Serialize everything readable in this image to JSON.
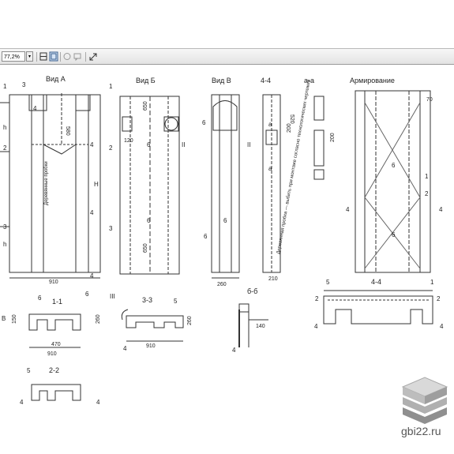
{
  "toolbar": {
    "zoom_value": "77,2%",
    "zoom_dropdown": "▾",
    "icons": [
      "fit-page-icon",
      "single-page-icon",
      "prev-icon",
      "comment-icon",
      "expand-icon"
    ]
  },
  "drawing": {
    "view_titles": {
      "vid_a": "Вид А",
      "vid_b": "Вид Б",
      "vid_v": "Вид В",
      "sec_44": "4-4",
      "sec_aa": "а-а",
      "armirovanie": "Армирование",
      "sec_11": "1-1",
      "sec_33": "3-3",
      "sec_bb": "б-б",
      "sec_22": "2-2",
      "sec_44_bottom": "4-4"
    },
    "dims": {
      "d910_a": "910",
      "d910_11": "910",
      "d910_33": "910",
      "d260_v": "260",
      "d210": "210",
      "d580": "580",
      "d650_top": "650",
      "d650_bot": "650",
      "d520": "520",
      "d200_44": "200",
      "d200_aa": "200",
      "d120": "120",
      "d470": "470",
      "d140": "140",
      "d70": "70",
      "d260_11": "260",
      "d260_33": "260",
      "d150": "150"
    },
    "marks": {
      "m1": "1",
      "m2": "2",
      "m3": "3",
      "m4": "4",
      "m5": "5",
      "m6": "6",
      "roman3": "III",
      "roman2": "II",
      "h": "h",
      "H": "H",
      "b": "В",
      "a": "а"
    },
    "notes": {
      "note_a": "Деревянные пробки",
      "note_44": "Деревянная пробка — выбить при монтаже согласно технологических чертежей"
    }
  },
  "watermark": {
    "text": "gbi22.ru"
  }
}
